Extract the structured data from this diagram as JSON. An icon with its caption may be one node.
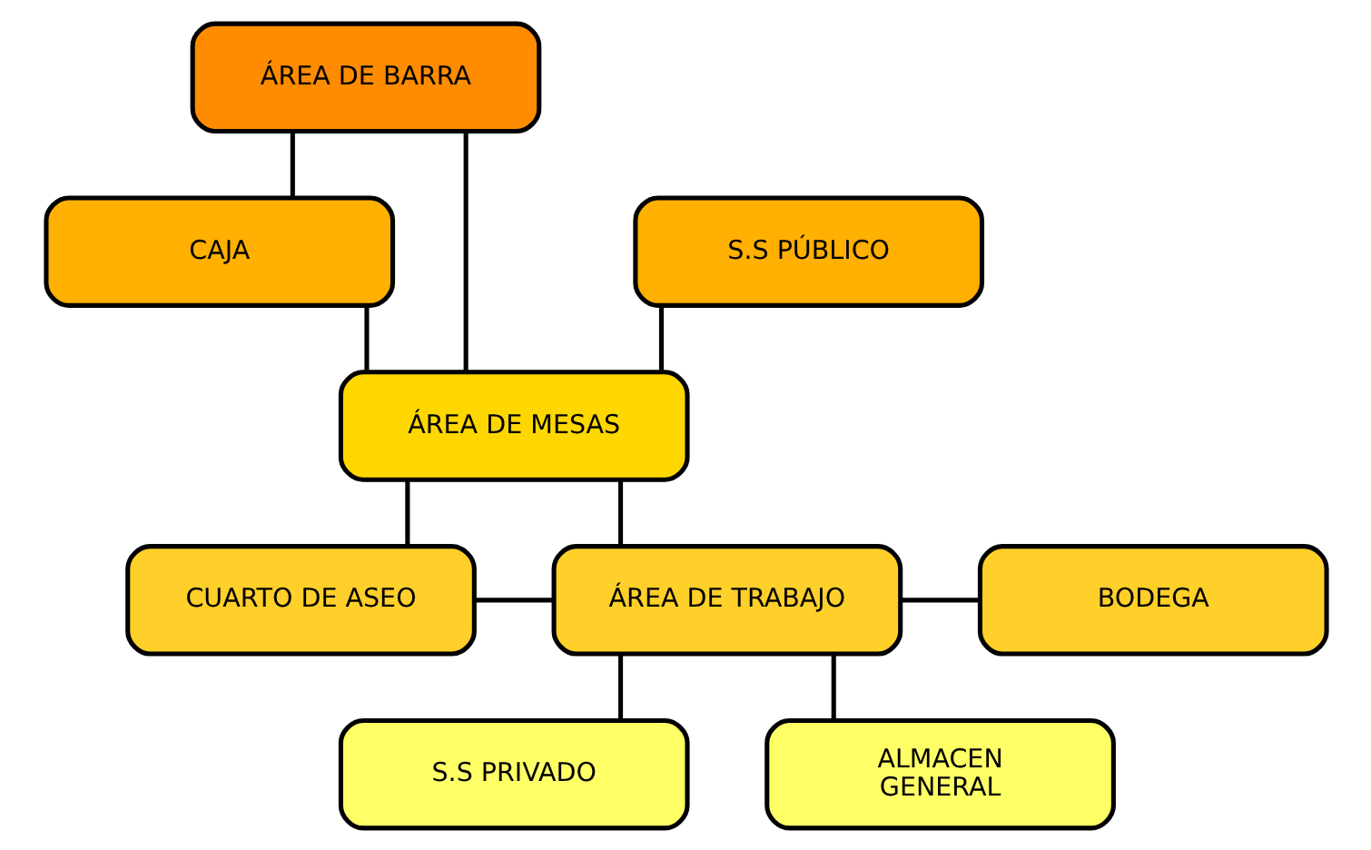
{
  "diagram": {
    "nodes": [
      {
        "text": [
          "ÁREA DE BARRA"
        ]
      },
      {
        "text": [
          "S.S PÚBLICO"
        ]
      },
      {
        "text": [
          "CAJA"
        ]
      },
      {
        "text": [
          "ÁREA DE MESAS"
        ]
      },
      {
        "text": [
          "CUARTO DE ASEO"
        ]
      },
      {
        "text": [
          "ÁREA DE TRABAJO"
        ]
      },
      {
        "text": [
          "BODEGA"
        ]
      },
      {
        "text": [
          "S.S PRIVADO"
        ]
      },
      {
        "text": [
          "ALMACEN GENERAL"
        ]
      }
    ],
    "edges": [
      {
        "from": 0,
        "to": 3,
        "arrow": "none"
      },
      {
        "from": 0,
        "to": 2,
        "arrow": "none"
      },
      {
        "from": 1,
        "to": 3,
        "arrow": "none"
      },
      {
        "from": 2,
        "to": 3,
        "arrow": "none"
      },
      {
        "from": 3,
        "to": 4,
        "arrow": "none"
      },
      {
        "from": 3,
        "to": 5,
        "arrow": "none"
      },
      {
        "from": 4,
        "to": 5,
        "arrow": "none"
      },
      {
        "from": 5,
        "to": 6,
        "arrow": "none"
      },
      {
        "from": 5,
        "to": 7,
        "arrow": "none"
      },
      {
        "from": 5,
        "to": 8,
        "arrow": "none"
      }
    ]
  }
}
